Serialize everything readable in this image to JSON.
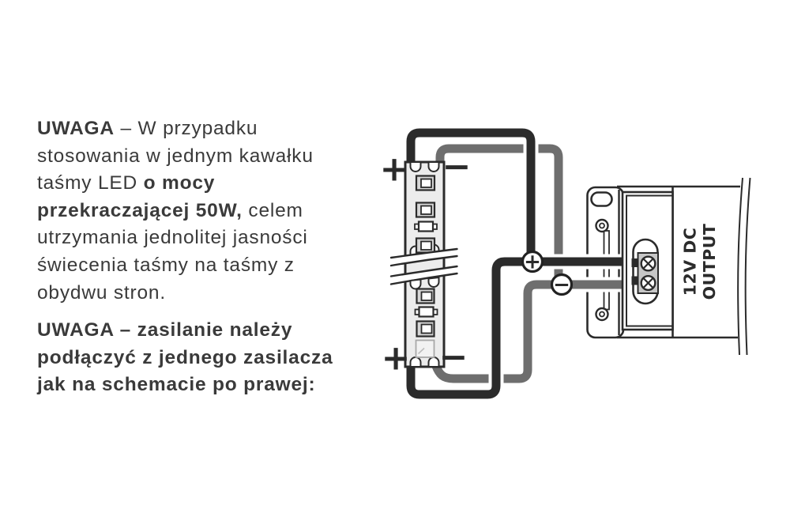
{
  "text_block": {
    "p1": {
      "l1_bold": "UWAGA",
      "l1_rest": " – W przypadku",
      "l2": "stosowania w jednym kawałku",
      "l3_pre": "taśmy LED ",
      "l3_bold": "o mocy",
      "l4_bold": "przekraczającej 50W,",
      "l4_rest": " celem",
      "l5": "utrzymania jednolitej jasności",
      "l6": "świecenia taśmy na taśmy z",
      "l7": "obydwu stron."
    },
    "p2": {
      "l1": "UWAGA – zasilanie należy",
      "l2": "podłączyć z jednego zasilacza",
      "l3": "jak na schemacie po prawej:"
    }
  },
  "diagram": {
    "strip": {
      "top_plus": "+",
      "top_minus": "−",
      "bottom_plus": "+",
      "bottom_minus": "−"
    },
    "nodes": {
      "plus": "+",
      "minus": "−"
    },
    "psu": {
      "label_line1": "12V DC",
      "label_line2": "OUTPUT"
    },
    "colors": {
      "wire_positive": "#2b2b2b",
      "wire_negative": "#6e6e6e",
      "outline": "#2b2b2b",
      "strip_fill": "#ececec",
      "led_fill": "#d6d6d6",
      "terminal_fill": "#c7c7c7",
      "text": "#3a3a3a"
    }
  }
}
